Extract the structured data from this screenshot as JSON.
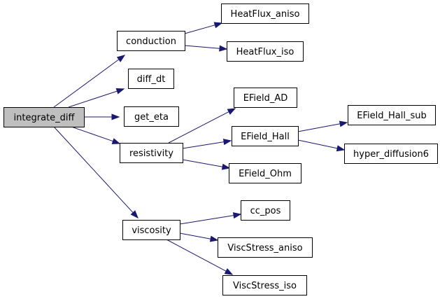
{
  "diagram": {
    "title": "",
    "nodes": [
      {
        "id": "integrate_diff",
        "label": "integrate_diff",
        "root": true
      },
      {
        "id": "conduction",
        "label": "conduction"
      },
      {
        "id": "diff_dt",
        "label": "diff_dt"
      },
      {
        "id": "get_eta",
        "label": "get_eta"
      },
      {
        "id": "resistivity",
        "label": "resistivity"
      },
      {
        "id": "viscosity",
        "label": "viscosity"
      },
      {
        "id": "HeatFlux_aniso",
        "label": "HeatFlux_aniso"
      },
      {
        "id": "HeatFlux_iso",
        "label": "HeatFlux_iso"
      },
      {
        "id": "EField_AD",
        "label": "EField_AD"
      },
      {
        "id": "EField_Hall",
        "label": "EField_Hall"
      },
      {
        "id": "EField_Ohm",
        "label": "EField_Ohm"
      },
      {
        "id": "EField_Hall_sub",
        "label": "EField_Hall_sub"
      },
      {
        "id": "hyper_diffusion6",
        "label": "hyper_diffusion6"
      },
      {
        "id": "cc_pos",
        "label": "cc_pos"
      },
      {
        "id": "ViscStress_aniso",
        "label": "ViscStress_aniso"
      },
      {
        "id": "ViscStress_iso",
        "label": "ViscStress_iso"
      }
    ],
    "edges": [
      {
        "from": "integrate_diff",
        "to": "conduction"
      },
      {
        "from": "integrate_diff",
        "to": "diff_dt"
      },
      {
        "from": "integrate_diff",
        "to": "get_eta"
      },
      {
        "from": "integrate_diff",
        "to": "resistivity"
      },
      {
        "from": "integrate_diff",
        "to": "viscosity"
      },
      {
        "from": "conduction",
        "to": "HeatFlux_aniso"
      },
      {
        "from": "conduction",
        "to": "HeatFlux_iso"
      },
      {
        "from": "resistivity",
        "to": "EField_AD"
      },
      {
        "from": "resistivity",
        "to": "EField_Hall"
      },
      {
        "from": "resistivity",
        "to": "EField_Ohm"
      },
      {
        "from": "EField_Hall",
        "to": "EField_Hall_sub"
      },
      {
        "from": "EField_Hall",
        "to": "hyper_diffusion6"
      },
      {
        "from": "viscosity",
        "to": "cc_pos"
      },
      {
        "from": "viscosity",
        "to": "ViscStress_aniso"
      },
      {
        "from": "viscosity",
        "to": "ViscStress_iso"
      }
    ],
    "colors": {
      "edge": "#191970",
      "node_border": "#000000",
      "node_fill": "#ffffff",
      "root_fill": "#bfbfbf"
    }
  }
}
